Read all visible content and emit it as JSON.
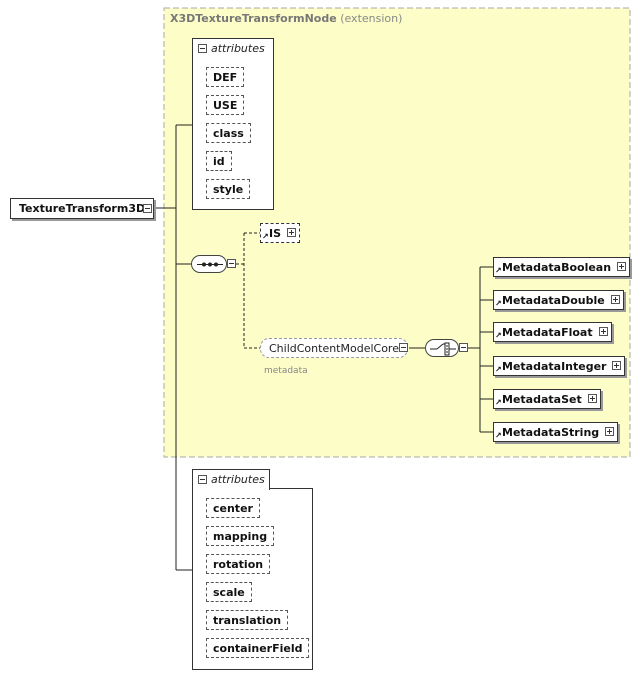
{
  "extension": {
    "title_bold": "X3DTextureTransformNode",
    "title_suffix": "(extension)",
    "attributes_label": "attributes",
    "attributes": [
      "DEF",
      "USE",
      "class",
      "id",
      "style"
    ]
  },
  "root": {
    "label": "TextureTransform3D"
  },
  "sequence": {
    "is_label": "IS",
    "group_label": "ChildContentModelCore",
    "group_sublabel": "metadata",
    "choice_items": [
      "MetadataBoolean",
      "MetadataDouble",
      "MetadataFloat",
      "MetadataInteger",
      "MetadataSet",
      "MetadataString"
    ]
  },
  "own_attributes": {
    "label": "attributes",
    "items": [
      "center",
      "mapping",
      "rotation",
      "scale",
      "translation",
      "containerField"
    ]
  },
  "colors": {
    "extension_bg": "#fdfdc8",
    "extension_border": "#a8a8a8",
    "line": "#222222"
  }
}
